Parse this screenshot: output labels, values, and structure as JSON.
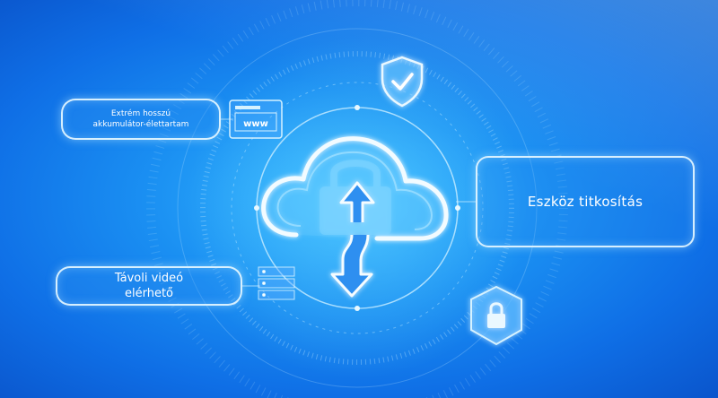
{
  "features": {
    "battery": "Extrém hosszú akkumulátor-élettartam",
    "video": "Távoli videó elérhető",
    "encryption": "Eszköz titkosítás"
  },
  "icons": {
    "www": "www",
    "cloud": "cloud-upload-download-icon",
    "shield": "shield-check-icon",
    "lock": "lock-shield-icon",
    "server": "server-icon"
  },
  "colors": {
    "background": "#1a8ff2",
    "glow": "#e6f7ff"
  }
}
